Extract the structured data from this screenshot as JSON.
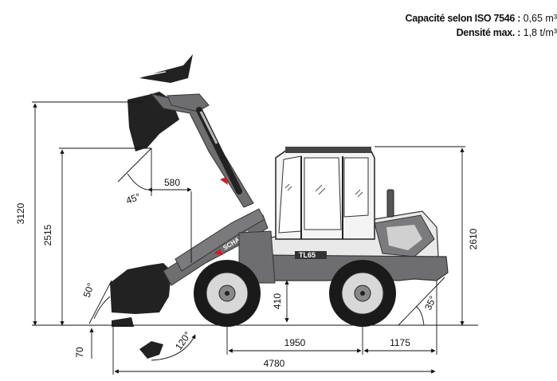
{
  "specs": {
    "capacity_label": "Capacité selon ISO 7546 :",
    "capacity_value": "0,65 m³",
    "density_label": "Densité max. :",
    "density_value": "1,8 t/m³"
  },
  "machine": {
    "model": "TL65",
    "brand": "SCHAEFF"
  },
  "dimensions": {
    "max_height": "3120",
    "pin_height": "2515",
    "reach": "580",
    "dump_angle": "45°",
    "cab_height": "2610",
    "rollback_angle": "50°",
    "dig_depth": "70",
    "bucket_rotation": "120°",
    "ground_clearance": "410",
    "wheelbase": "1950",
    "rear_overhang": "1175",
    "total_length": "4780",
    "departure_angle": "35°"
  },
  "colors": {
    "body": "#6e6e70",
    "body_light": "#eeeeee",
    "accent": "#c8202e",
    "tire": "#1a1a1a",
    "rim": "#d8d8d8"
  }
}
